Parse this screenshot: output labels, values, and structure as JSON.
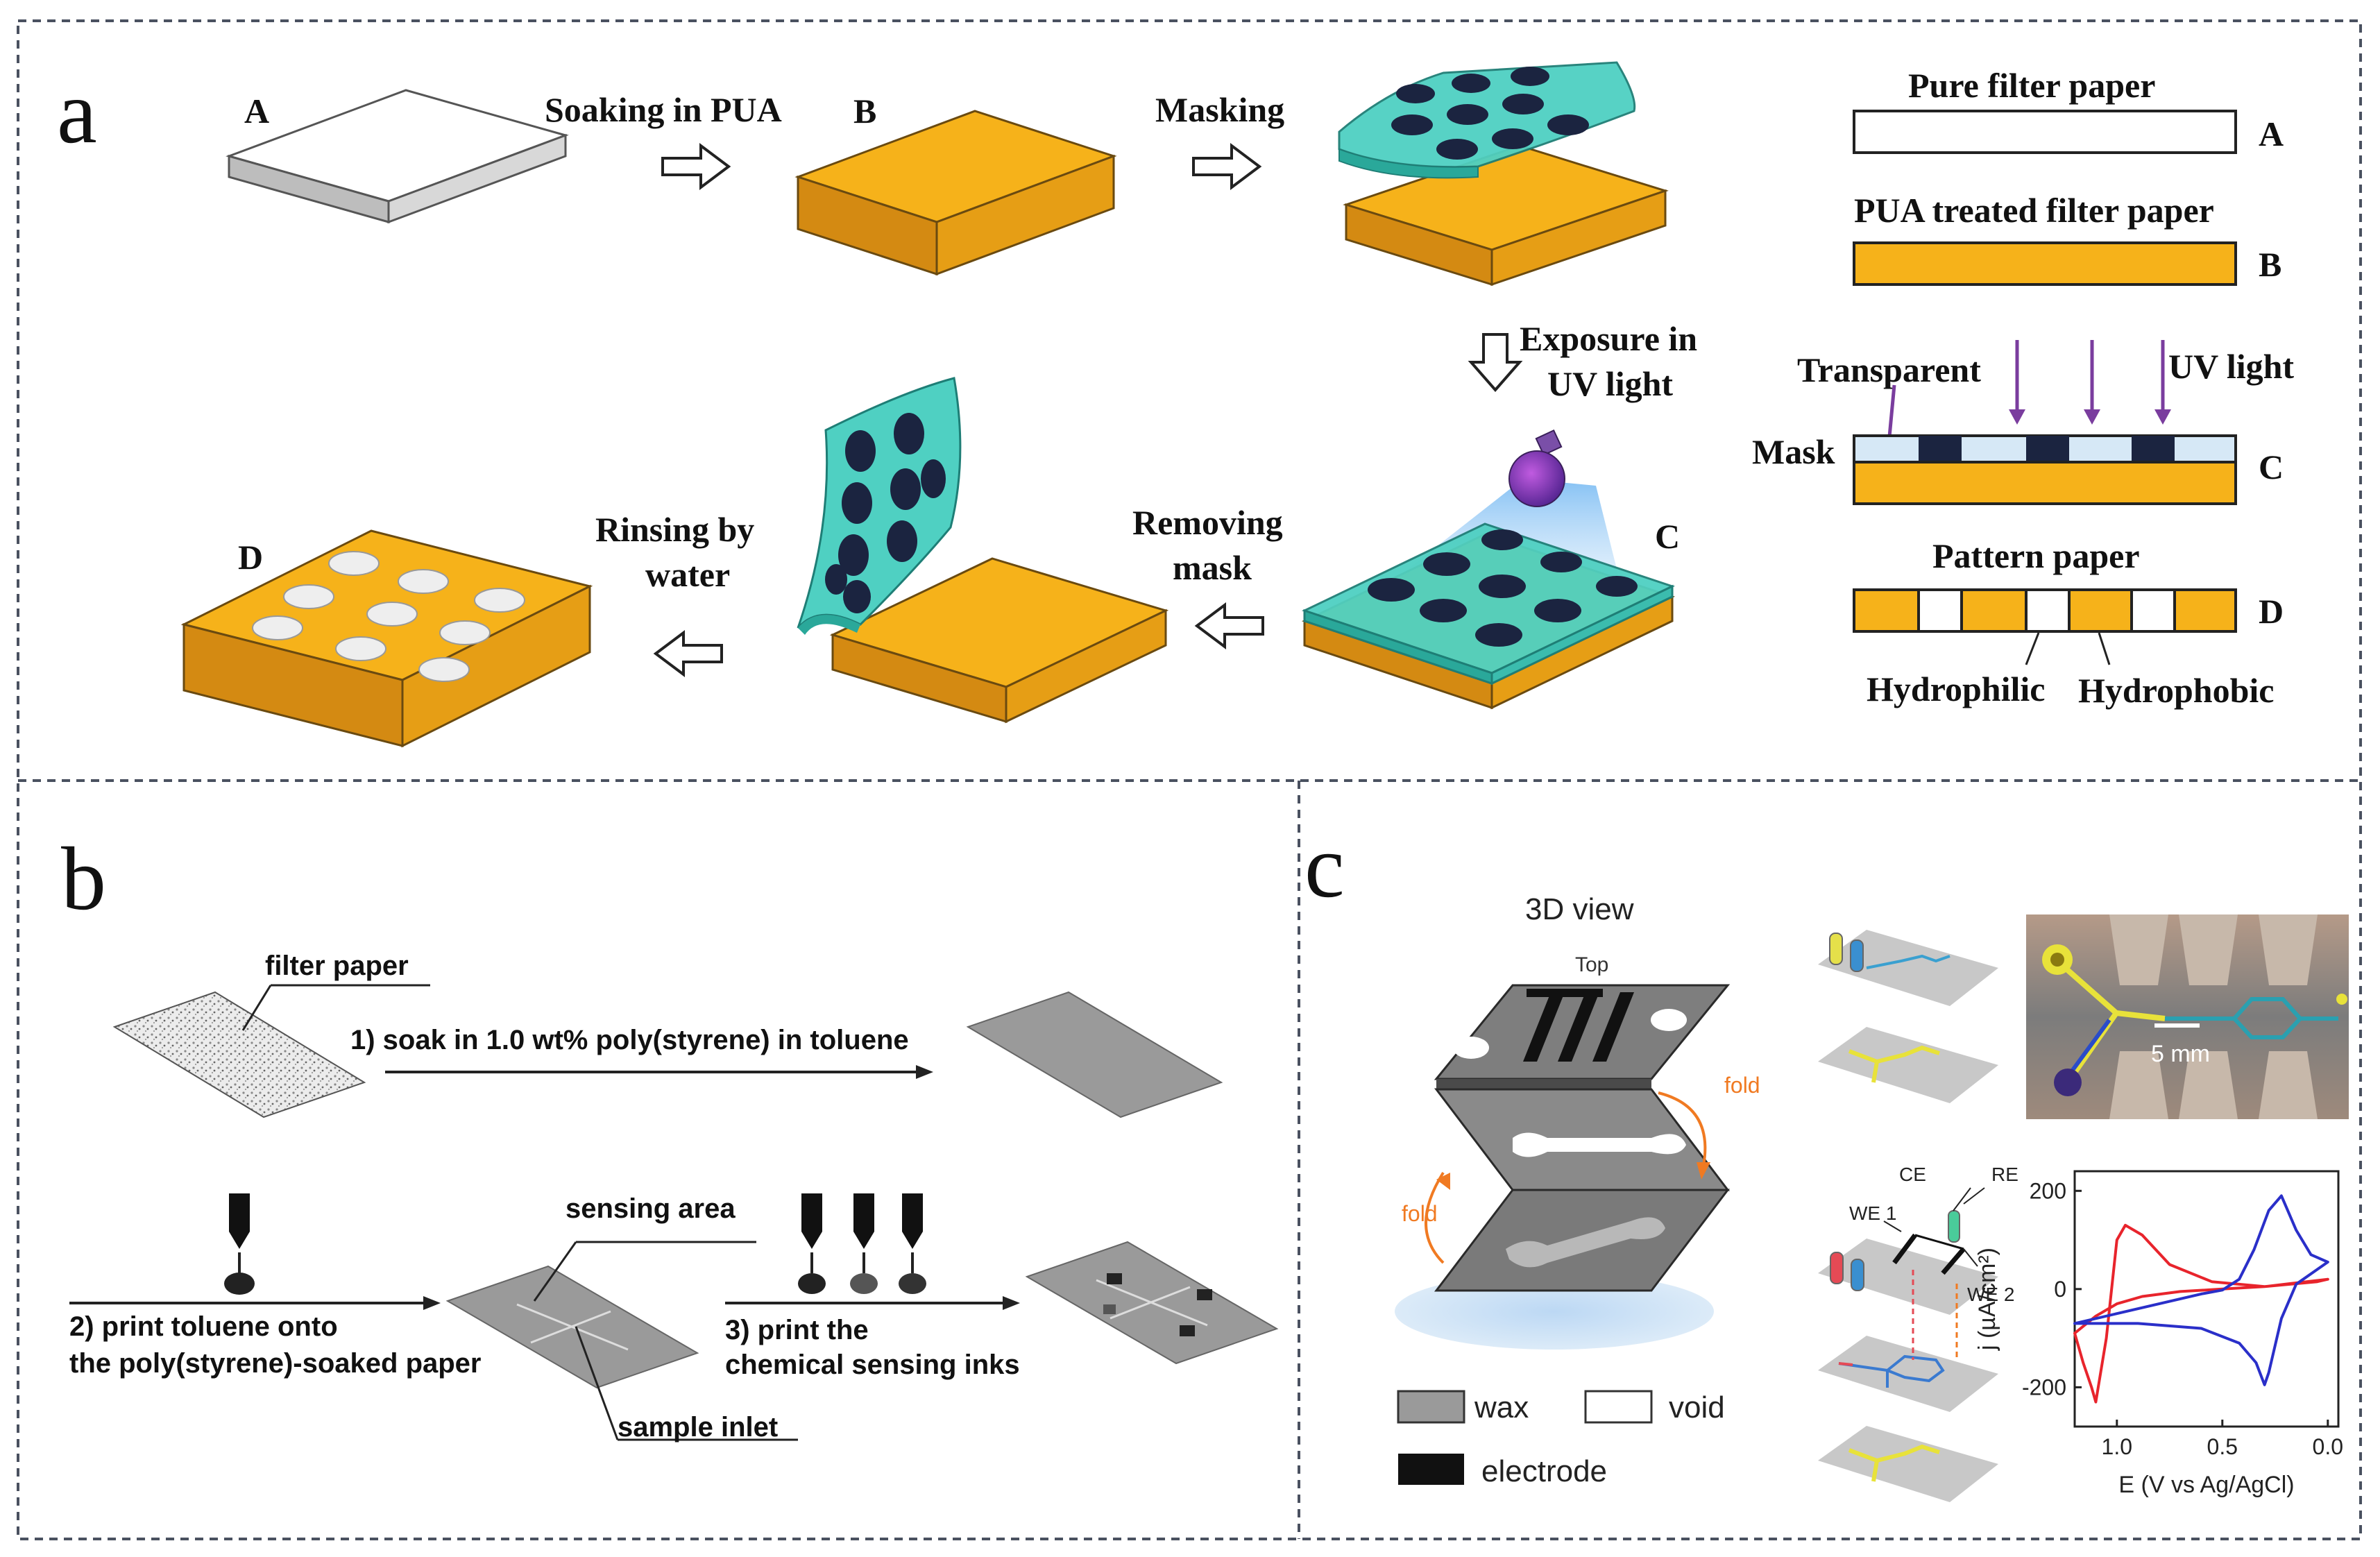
{
  "panels": {
    "a": {
      "letter": "a",
      "process": {
        "A": "A",
        "B": "B",
        "C": "C",
        "D": "D",
        "soaking": "Soaking in PUA",
        "masking": "Masking",
        "exposure_1": "Exposure in",
        "exposure_2": "UV light",
        "removing_1": "Removing",
        "removing_2": "mask",
        "rinsing_1": "Rinsing by",
        "rinsing_2": "water"
      },
      "schematic": {
        "pure": "Pure filter paper",
        "pua": "PUA treated filter paper",
        "transparent": "Transparent",
        "uv": "UV light",
        "mask": "Mask",
        "pattern": "Pattern paper",
        "hydrophilic": "Hydrophilic",
        "hydrophobic": "Hydrophobic",
        "A": "A",
        "B": "B",
        "C": "C",
        "D": "D"
      }
    },
    "b": {
      "letter": "b",
      "filter_paper": "filter paper",
      "step1": "1) soak in 1.0 wt% poly(styrene) in toluene",
      "step2_1": "2) print toluene onto",
      "step2_2": "the poly(styrene)-soaked paper",
      "sensing_area": "sensing area",
      "sample_inlet": "sample inlet",
      "step3_1": "3) print the",
      "step3_2": "chemical sensing inks"
    },
    "c": {
      "letter": "c",
      "view_title": "3D view",
      "top": "Top",
      "fold": "fold",
      "legend": {
        "wax": "wax",
        "void": "void",
        "electrode": "electrode"
      },
      "photo_scale": "5 mm",
      "electrodes": {
        "ce": "CE",
        "re": "RE",
        "we1": "WE 1",
        "we2": "WE 2"
      }
    }
  },
  "colors": {
    "paper_orange": "#F6B21A",
    "mask_teal": "#4FD0C2",
    "dot_navy": "#1B2440",
    "uv_purple": "#7A3D9E",
    "fold_orange": "#F07A22",
    "trace_yellow": "#E8E23A"
  },
  "chart_data": {
    "type": "line",
    "xlabel": "E (V vs Ag/AgCl)",
    "ylabel": "j (µA/cm²)",
    "xlim": [
      1.2,
      -0.05
    ],
    "ylim": [
      -280,
      240
    ],
    "x_ticks": [
      1.0,
      0.5,
      0.0
    ],
    "x_tick_labels": [
      "1.0",
      "0.5",
      "0.0"
    ],
    "y_ticks": [
      200,
      0,
      -200
    ],
    "y_tick_labels": [
      "200",
      "0",
      "-200"
    ],
    "series": [
      {
        "color": "#E8242C",
        "points": [
          [
            1.2,
            -90
          ],
          [
            1.1,
            -55
          ],
          [
            1.0,
            -30
          ],
          [
            0.88,
            -15
          ],
          [
            0.7,
            -5
          ],
          [
            0.5,
            0
          ],
          [
            0.3,
            5
          ],
          [
            0.1,
            15
          ],
          [
            0.0,
            20
          ],
          [
            0.05,
            15
          ],
          [
            0.3,
            5
          ],
          [
            0.55,
            15
          ],
          [
            0.75,
            50
          ],
          [
            0.88,
            110
          ],
          [
            0.96,
            130
          ],
          [
            1.0,
            100
          ],
          [
            1.05,
            -100
          ],
          [
            1.1,
            -230
          ],
          [
            1.12,
            -200
          ],
          [
            1.16,
            -150
          ],
          [
            1.2,
            -90
          ]
        ]
      },
      {
        "color": "#2A2FC9",
        "points": [
          [
            1.2,
            -70
          ],
          [
            1.0,
            -50
          ],
          [
            0.8,
            -30
          ],
          [
            0.6,
            -10
          ],
          [
            0.5,
            -2
          ],
          [
            0.42,
            20
          ],
          [
            0.35,
            80
          ],
          [
            0.28,
            160
          ],
          [
            0.22,
            190
          ],
          [
            0.15,
            120
          ],
          [
            0.08,
            70
          ],
          [
            0.0,
            55
          ],
          [
            0.05,
            40
          ],
          [
            0.15,
            10
          ],
          [
            0.22,
            -60
          ],
          [
            0.28,
            -170
          ],
          [
            0.3,
            -195
          ],
          [
            0.34,
            -150
          ],
          [
            0.42,
            -110
          ],
          [
            0.6,
            -80
          ],
          [
            0.9,
            -70
          ],
          [
            1.2,
            -70
          ]
        ]
      }
    ]
  }
}
